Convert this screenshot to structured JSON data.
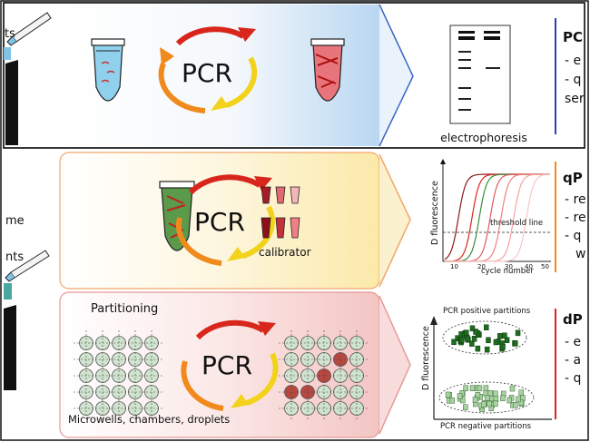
{
  "left_labels": {
    "top_fragment": "ts",
    "mid_fragment_1": "me",
    "mid_fragment_2": "nts"
  },
  "pcr_label": "PCR",
  "row1": {
    "result": "electrophoresis",
    "side_title": "PC",
    "side_lines": [
      "- e",
      "- q",
      "ser"
    ]
  },
  "row2": {
    "calibrator_label": "calibrator",
    "side_title": "qP",
    "side_lines": [
      "- re",
      "- re",
      "- q",
      "w"
    ],
    "plot": {
      "ylabel": "D fluorescence",
      "xlabel": "cycle number",
      "threshold_label": "threshold line",
      "x_ticks": [
        "10",
        "20",
        "30",
        "40",
        "50"
      ]
    }
  },
  "row3": {
    "partitioning_label": "Partitioning",
    "bottom_label": "Microwells, chambers, droplets",
    "side_title": "dP",
    "side_lines": [
      "- e",
      "- a",
      "- q"
    ],
    "plot": {
      "ylabel": "D fluorescence",
      "positive_label": "PCR positive partitions",
      "negative_label": "PCR negative partitions"
    }
  },
  "colors": {
    "blue": "#2a3fb0",
    "red": "#d9261c",
    "orange": "#f08a1c",
    "yellow": "#f2d21a",
    "green": "#3a8c3a"
  }
}
